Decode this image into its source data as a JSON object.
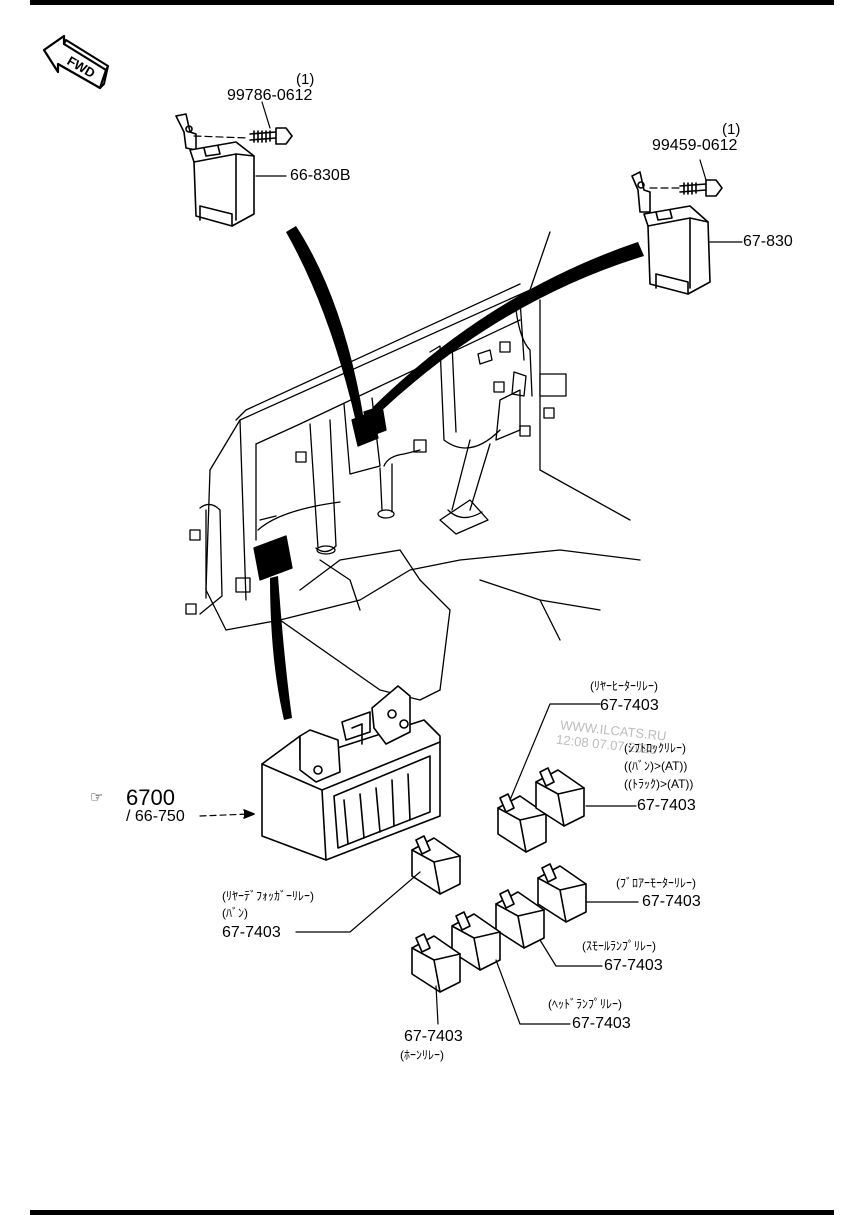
{
  "colors": {
    "line": "#000000",
    "background": "#ffffff",
    "watermark": "#bcbcbc"
  },
  "fwd": {
    "label": "FWD",
    "icon": "fwd-arrow-icon"
  },
  "parts": {
    "bolt_left": {
      "qty": "(1)",
      "number": "99786-0612"
    },
    "relay_left": {
      "number": "66-830B"
    },
    "bolt_right": {
      "qty": "(1)",
      "number": "99459-0612"
    },
    "relay_right": {
      "number": "67-830"
    },
    "relay_box": {
      "ref_icon": "hand-pointer-icon",
      "ref": "6700",
      "number": "/ 66-750"
    },
    "rear_heater": {
      "name": "(ﾘﾔｰﾋｰﾀｰﾘﾚｰ)",
      "number": "67-7403"
    },
    "shift_lock": {
      "name_1": "(ｼﾌﾄﾛｯｸﾘﾚｰ)",
      "name_2": "((ﾊﾞﾝ)>(AT))",
      "name_3": "((ﾄﾗｯｸ)>(AT))",
      "number": "67-7403"
    },
    "rear_defogger": {
      "name_1": "(ﾘﾔｰﾃﾞﾌｫｯｶﾞｰﾘﾚｰ)",
      "name_2": "(ﾊﾞﾝ)",
      "number": "67-7403"
    },
    "blower_motor": {
      "name": "(ﾌﾞﾛｱｰﾓｰﾀｰﾘﾚｰ)",
      "number": "67-7403"
    },
    "small_lamp": {
      "name": "(ｽﾓｰﾙﾗﾝﾌﾟﾘﾚｰ)",
      "number": "67-7403"
    },
    "head_lamp": {
      "name": "(ﾍｯﾄﾞﾗﾝﾌﾟﾘﾚｰ)",
      "number": "67-7403"
    },
    "horn": {
      "number": "67-7403",
      "name": "(ﾎｰﾝﾘﾚｰ)"
    }
  },
  "watermark": {
    "line_1": "WWW.ILCATS.RU",
    "line_2": "12:08 07.07.2025"
  }
}
